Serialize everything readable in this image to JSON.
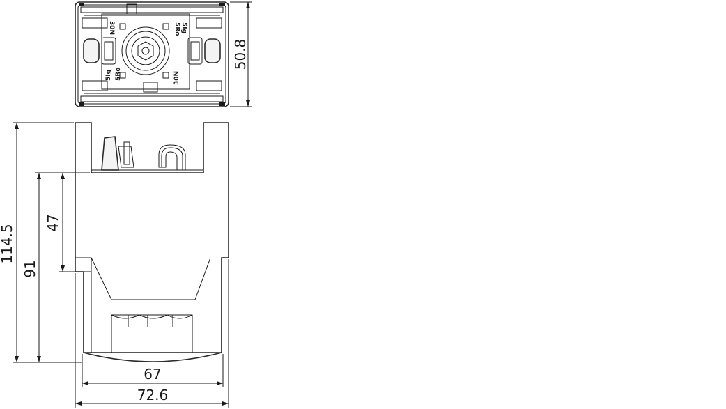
{
  "dimensions": {
    "top_height": "50.8",
    "total_height": "114.5",
    "height_91": "91",
    "height_47": "47",
    "inner_width": "67",
    "outer_width": "72.6"
  },
  "top_view_markings": {
    "marking_a": "30N",
    "marking_b": "30N",
    "marking_c1": "5Ro",
    "marking_c2": "5Ro",
    "marking_d1": "5Ig",
    "marking_d2": "5Ig"
  }
}
